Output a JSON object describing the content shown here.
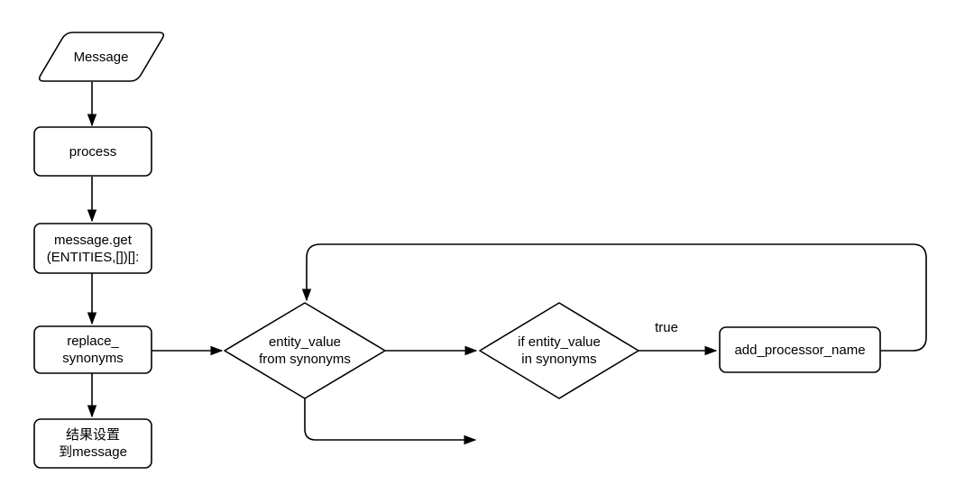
{
  "diagram": {
    "type": "flowchart",
    "colors": {
      "stroke": "#000000",
      "node_fill": "#ffffff",
      "background": "#ffffff",
      "text": "#000000"
    },
    "nodes": {
      "message": {
        "shape": "parallelogram",
        "label": "Message"
      },
      "process": {
        "shape": "rounded-rect",
        "label": "process"
      },
      "message_get": {
        "shape": "rounded-rect",
        "label": "message.get\n(ENTITIES,[])[]:"
      },
      "replace_synonyms": {
        "shape": "rounded-rect",
        "label": "replace_\nsynonyms"
      },
      "set_result_to_message": {
        "shape": "rounded-rect",
        "label": "结果设置\n到message"
      },
      "entity_value_from_synonyms": {
        "shape": "diamond",
        "label": "entity_value\nfrom synonyms"
      },
      "if_entity_value_in_synonyms": {
        "shape": "diamond",
        "label": "if entity_value\nin synonyms"
      },
      "add_processor_name": {
        "shape": "rounded-rect",
        "label": "add_processor_name"
      }
    },
    "edge_labels": {
      "true_branch": "true"
    }
  }
}
